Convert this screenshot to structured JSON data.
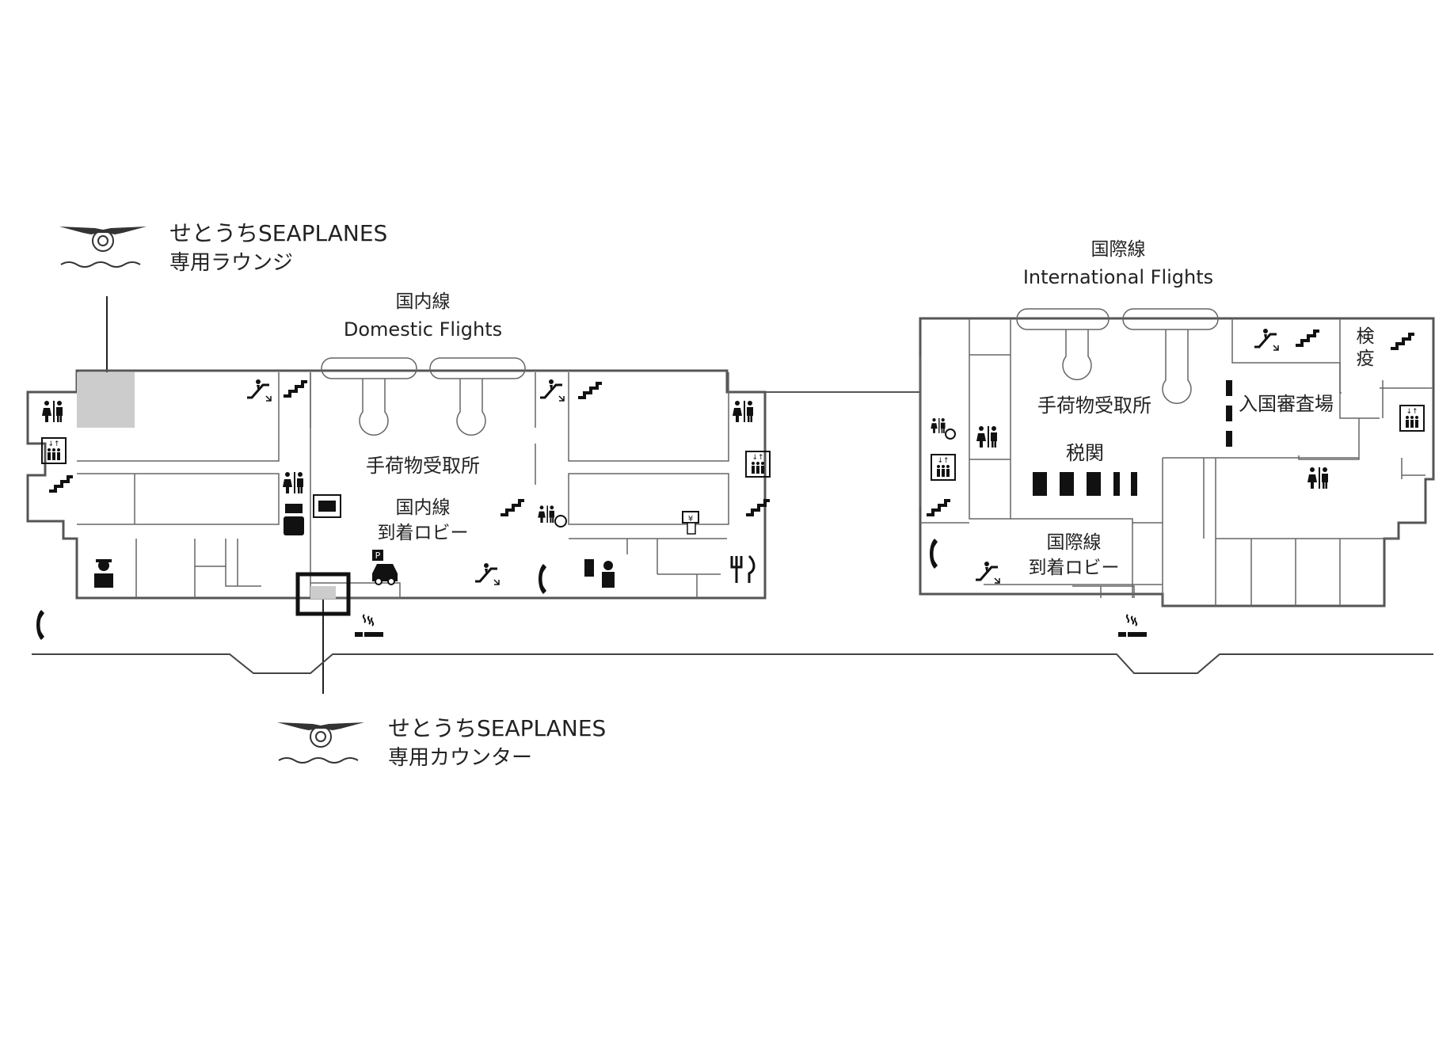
{
  "callouts": {
    "lounge": {
      "brand": "せとうちSEAPLANES",
      "desc": "専用ラウンジ"
    },
    "counter": {
      "brand": "せとうちSEAPLANES",
      "desc": "専用カウンター"
    }
  },
  "domestic": {
    "flights_jp": "国内線",
    "flights_en": "Domestic Flights",
    "baggage_claim": "手荷物受取所",
    "lobby_line1": "国内線",
    "lobby_line2": "到着ロビー"
  },
  "international": {
    "flights_jp": "国際線",
    "flights_en": "International Flights",
    "baggage_claim": "手荷物受取所",
    "customs": "税関",
    "immigration": "入国審査場",
    "quarantine_1": "検",
    "quarantine_2": "疫",
    "lobby_line1": "国際線",
    "lobby_line2": "到着ロビー"
  },
  "colors": {
    "wall": "#555555",
    "highlight": "#cccccc",
    "icon": "#111111"
  },
  "icons": [
    "restroom-icon",
    "elevator-icon",
    "stairs-icon",
    "escalator-icon",
    "phone-icon",
    "smoking-icon",
    "restaurant-icon",
    "locker-icon",
    "delivery-icon",
    "police-icon",
    "parking-icon",
    "atm-icon",
    "info-icon",
    "accessible-restroom-icon",
    "plane-logo-icon"
  ]
}
